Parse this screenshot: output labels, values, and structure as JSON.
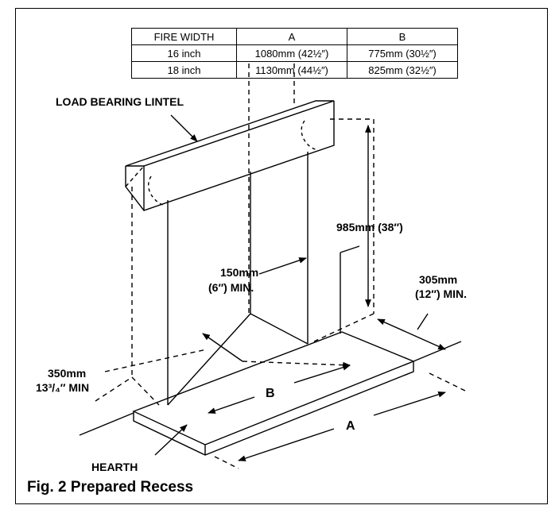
{
  "table": {
    "headers": [
      "FIRE WIDTH",
      "A",
      "B"
    ],
    "rows": [
      [
        "16 inch",
        "1080mm (42½″)",
        "775mm (30½″)"
      ],
      [
        "18 inch",
        "1130mm (44½″)",
        "825mm (32½″)"
      ]
    ]
  },
  "labels": {
    "lintel": "LOAD BEARING LINTEL",
    "height": "985mm (38″)",
    "side_depth_1": "150mm",
    "side_depth_2": "(6″) MIN.",
    "front_1": "305mm",
    "front_2": "(12″) MIN.",
    "hearth_depth_1": "350mm",
    "hearth_depth_2": "13³/₄″ MIN",
    "b": "B",
    "a": "A",
    "hearth": "HEARTH"
  },
  "caption": "Fig. 2 Prepared Recess"
}
